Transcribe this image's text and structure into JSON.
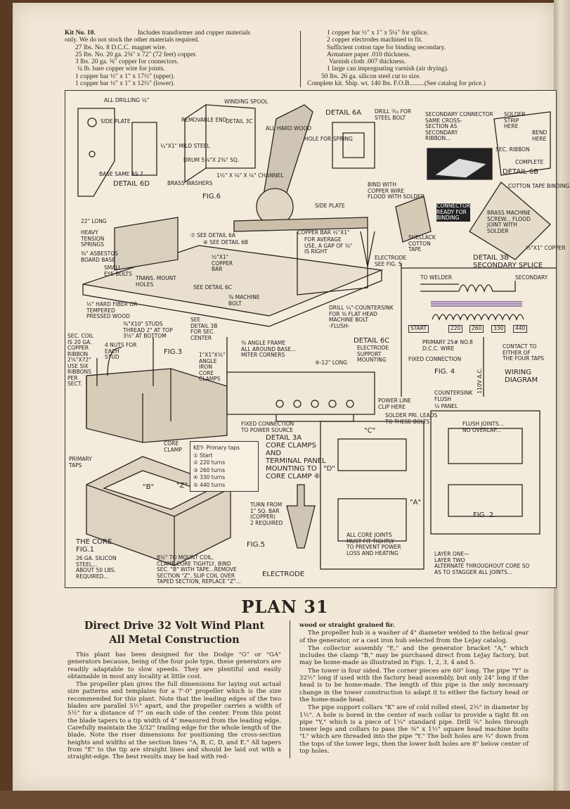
{
  "kit": {
    "title": "Kit No. 10.",
    "left_lines": [
      "Includes transformer and copper materials",
      "only.  We do not stock the other materials required.",
      "27 lbs. No. 8 D.C.C. magnet wire.",
      "25 lbs. No. 20 ga. 2⅝\" x 72\" (72 feet) copper.",
      "3 lbs. 20 ga. ⅝\" copper for connectors.",
      "¼ lb. bare copper wire for joints.",
      "1 copper bar ½\" x 1\" x 17½\" (upper).",
      "1 copper bar ½\" x 1\" x 12½\" (lower)."
    ],
    "right_lines": [
      "1 copper bar ½\" x 1\" x 5¼\" for splice.",
      "2 copper electrodes machined to fit.",
      "Sufficient cotton tape for binding secondary.",
      "Armature paper .010 thickness.",
      "Varnish cloth .007 thickness.",
      "1 large can impregnating varnish (air drying).",
      "50 lbs. 26 ga. silicon steel cut to size.",
      "Complete kit. Ship. wt. 140 lbs. F.O.B.........(See catalog for price.)"
    ]
  },
  "diagram": {
    "labels": {
      "all_drilling": "All drilling ¼\"",
      "side_plate": "Side plate",
      "winding_spool": "Winding spool",
      "removable_end": "Removable end",
      "detail_3c": "Detail 3C",
      "all_hard_wood": "All hard wood",
      "mild_steel": "¼\"x1\" mild steel",
      "drum": "Drum 5⅞\"x 2⅜\" sq.",
      "base_same": "Base same as 7",
      "detail_6d": "Detail 6D",
      "brass_washers": "Brass washers",
      "fig6": "FIG.6",
      "channel": "1½\" x ⅛\" x ⅛\" channel",
      "side_plate2": "Side plate",
      "detail_6a": "Detail 6A",
      "drill_steel_bolt": "Drill ⁵⁄₁₆ for steel bolt",
      "hole_for_spring": "Hole for spring",
      "secondary_connector": "Secondary connector\nsame cross-\nsection as\nsecondary\nribbon...",
      "solder_strip": "Solder strip here",
      "bend_here": "Bend here",
      "sec_ribbon": "Sec. ribbon",
      "complete": "Complete",
      "detail_6b": "Detail 6B",
      "bind_copper": "Bind with\ncopper wire\nflood with solder",
      "connector_ready": "Connector\nready for\nbinding",
      "cotton_tape": "Cotton tape binding",
      "brass_screw": "Brass machine\nscrew... flood\njoint with\nsolder",
      "shellack": "Shellack\ncotton\ntape",
      "copper_splice": "½\"x1\" copper",
      "detail_3b": "Detail 3B\nsecondary splice",
      "long22": "22\" long",
      "heavy_springs": "Heavy\ntension\nsprings",
      "asbestos": "⅜\" asbestos\nboard base",
      "eye_bolts": "Small\neye bolts",
      "see_6a": "⑦ See detail 6A",
      "see_6b": "⑧ See detail 6B",
      "copper_bar": "½\"x1\"\ncopper\nbar",
      "copper_bar_top": "Copper bar ½\"x1\"",
      "gap": "For average\nuse, a gap of ⅛\"\nis right",
      "electrode_see": "Electrode\nsee fig. 5",
      "trans_mount": "Trans. mount\nholes",
      "see_6c": "See detail 6C",
      "machine_bolt": "⅜ machine\nbolt",
      "hard_fiber": "½\" hard fiber or\ntempered\npressed wood",
      "drill_countersink": "Drill ¼\"-countersink\nfor ⅜ flat head\nmachine bolt\n-flush-",
      "detail_6c": "Detail 6C",
      "electrode_support": "Electrode\nsupport\nmounting",
      "studs": "⅜\"x10\" studs\nthread 2\" at top\n3½\" at bottom",
      "see_3b": "See\ndetail 3B\nfor sec.\ncenter",
      "sec_coil": "Sec. coil\nis 20 ga.\ncopper\nribbon\n2⅝\"x72\"\nuse six\nribbons\nper\nsect.",
      "nuts": "4 nuts for\neach\nstud",
      "fig3": "FIG.3",
      "angle_clamps": "1\"x1\"x⅛\"\nangle\niron\ncore\nclamps",
      "angle_frame": "⅜ angle frame\nall around base...\nmiter corners",
      "long12": "⑨-12\" long",
      "fixed_connection": "Fixed connection\nto power source",
      "power_clip": "Power line\nclip here",
      "solder_leads": "Solder pri. leads\nto these bolts",
      "countersink_flush": "Countersink\nflush",
      "panel": "⅛ panel",
      "detail_3a": "Detail 3A\ncore clamps\nand\nterminal panel\nmounting to\ncore clamp ⑥",
      "primary_taps": "Primary\ntaps",
      "core_clamp": "Core\nclamp",
      "to_welder": "To welder",
      "secondary": "Secondary",
      "primary_wire": "Primary 25# No.8\nD.C.C. wire",
      "fixed_conn": "Fixed connection",
      "fig4": "FIG. 4",
      "volts": "110V A.C.",
      "contact": "Contact to\neither of\nthe four taps",
      "wiring": "Wiring\nDiagram",
      "taps": [
        "Start",
        "220",
        "260",
        "330",
        "440"
      ],
      "turn_from": "Turn from\n1\" sq. bar\n(copper)\n2 required",
      "fig5": "FIG.5",
      "electrode": "Electrode",
      "core_joints": "All core joints\nmust fit tightly\nto prevent power\nloss and heating",
      "flush_joints": "Flush joints...\nno overlap...",
      "fig2": "FIG. 2.",
      "layers": "Layer one—\nlayer two\nalternate throughout core so\nas to stagger all joints...",
      "the_core": "The core\nFIG.1",
      "silicon": "26 ga. silicon\nsteel...\nabout 50 lbs.\nrequired...",
      "mount_coil": "8½\" to mount coil,\nclamp core tightly, bind\nsec. \"B\" with tape...remove\nsection \"Z\", slip coil over\ntaped section, replace \"Z\"...",
      "letters": [
        "\"B\"",
        "\"Z\"",
        "\"C\"",
        "\"D\"",
        "\"A\""
      ]
    },
    "key": {
      "title": "KEY- Primary taps",
      "items": [
        "① Start",
        "② 220 turns",
        "③ 260 turns",
        "④ 330 turns",
        "⑤ 440 turns"
      ]
    }
  },
  "plan_title": "PLAN 31",
  "article": {
    "title_line1": "Direct Drive 32 Volt Wind Plant",
    "title_line2": "All Metal Construction",
    "left_paragraphs": [
      "This plant has been designed for the Dodge \"G\" or \"GA\" generators because, being of the four pole type, these generators are readily adaptable to slow speeds. They are plentiful and easily obtainable in most any locality at little cost.",
      "The propeller plan gives the full dimensions for laying out actual size patterns and templates for a 7'-0\" propeller which is the size recommended for this plant. Note that the leading edges of the two blades are parallel 5½\" apart, and the propeller carries a width of 5½\" for a distance of 7\" on each side of the center. From this point the blade tapers to a tip width of 4\" measured from the leading edge. Carefully maintain the 3/32\" trailing edge for the whole length of the blade. Note the riser dimensions for positioning the cross-section heights and widths at the section lines \"A, B, C, D, and E.\" All tapers from \"E\" to the tip are straight lines and should be laid out with a straight-edge. The best results may be had with red-"
    ],
    "right_first_line": "wood or straight grained fir.",
    "right_paragraphs": [
      "The propeller hub is a washer of 4\" diameter welded to the helical gear of the generator, or a cast iron hub selected from the LeJay catalog.",
      "The collector assembly \"E,\" and the generator bracket \"A,\" which includes the clamp \"B,\" may be purchased direct from LeJay factory, but may be home-made as illustrated in Figs. 1, 2, 3, 4 and 5.",
      "The tower is four sided. The corner pieces are 60\" long. The pipe \"Y\" is 32½\" long if used with the factory head assembly, but only 24\" long if the head is to be home-made. The length of this pipe is the only necessary change in the tower construction to adapt it to either the factory head or the home-made head.",
      "The pipe support collars \"K\" are of cold rolled steel, 2¾\" in diameter by 1½\". A hole is bored in the center of each collar to provide a tight fit on pipe \"Y,\" which is a piece of 1¼\" standard pipe. Drill ⅝\" holes through tower legs and collars to pass the ⅜\" x 1½\" square head machine bolts \"L\" which are threaded into the pipe \"Y.\" The bolt holes are ¾\" down from the tops of the tower legs, then the lower bolt holes are 8\" below center of top holes."
    ]
  }
}
